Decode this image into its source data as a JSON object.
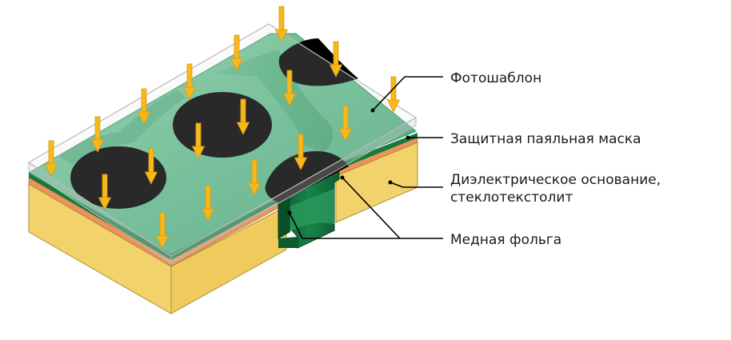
{
  "labels": {
    "photomask": "Фотошаблон",
    "solder_mask": "Защитная паяльная маска",
    "dielectric_line1": "Диэлектрическое основание,",
    "dielectric_line2": "стеклотекстолит",
    "copper_foil": "Медная фольга"
  },
  "colors": {
    "dielectric": "#f2d36b",
    "copper": "#e8945a",
    "solder_mask": "#5fb88b",
    "solder_mask_dark": "#0f6a36",
    "photomask_edge": "#b8b8b8",
    "arrow": "#f7b81c",
    "hole": "#000000"
  },
  "icons": {
    "arrow": "down-arrow-icon"
  }
}
